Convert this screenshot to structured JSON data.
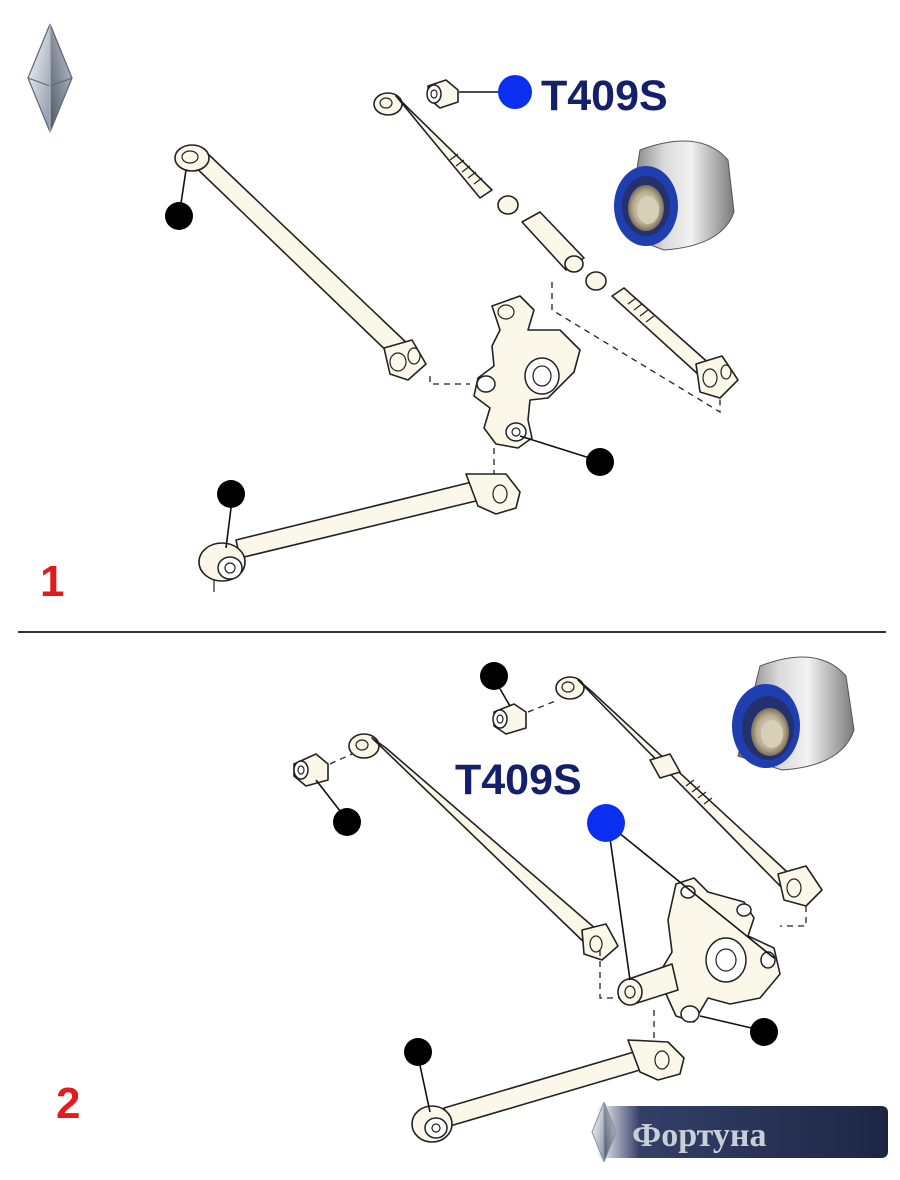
{
  "figure_1": {
    "number": "1",
    "part_code": "T409S"
  },
  "figure_2": {
    "number": "2",
    "part_code": "T409S"
  },
  "brand": {
    "name": "Фортуна"
  },
  "colors": {
    "part_code_text": "#15206a",
    "figure_number": "#e31b1b",
    "marker_black": "#000000",
    "marker_blue": "#0a2ff0",
    "bushing_polyurethane": "#1f3fb0",
    "divider": "#333333"
  },
  "icons": {
    "logo": "diamond-logo-icon",
    "bushing_photo": "bushing-photo-icon"
  }
}
